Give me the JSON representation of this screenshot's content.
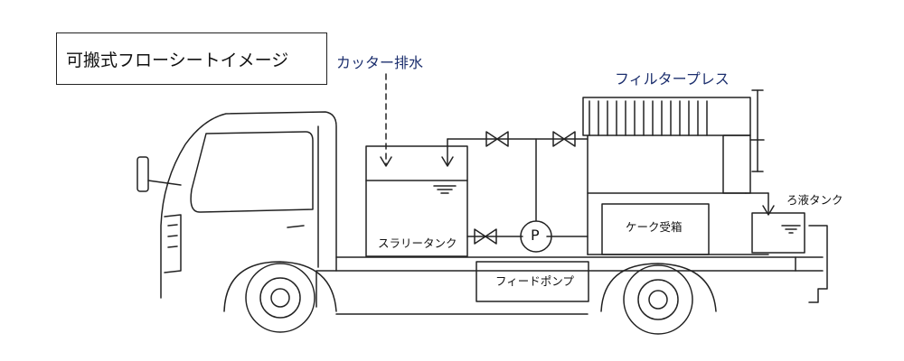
{
  "title": "可搬式フローシートイメージ",
  "labels": {
    "cutter_drain": "カッター排水",
    "filter_press": "フィルタープレス",
    "slurry_tank": "スラリータンク",
    "cake_box": "ケーク受箱",
    "filtrate_tank": "ろ液タンク",
    "feed_pump": "フィードポンプ",
    "pump_symbol": "P"
  },
  "colors": {
    "line": "#222222",
    "label_accent": "#1c2f6e"
  }
}
